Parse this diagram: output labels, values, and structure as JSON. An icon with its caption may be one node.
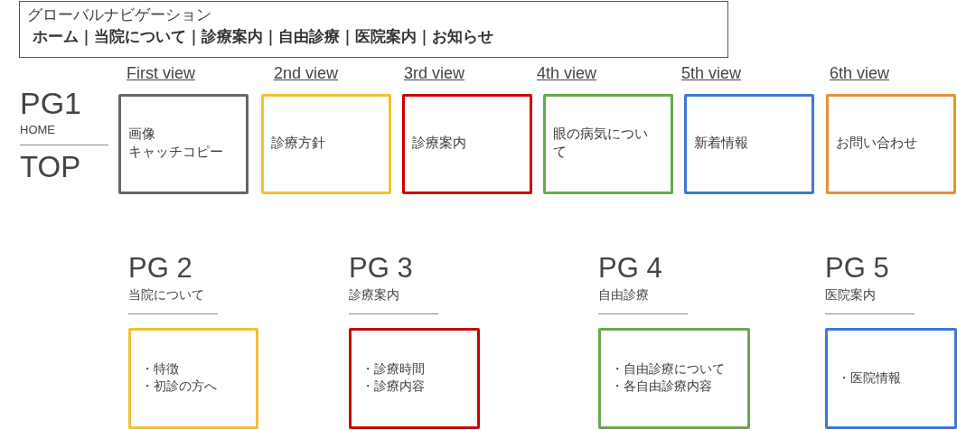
{
  "diagram": {
    "nodes": [
      {
        "text": [
          "グローバルナビゲーション",
          "ホーム｜当院について｜診療案内｜自由診療｜医院案内｜お知らせ"
        ]
      },
      {
        "text": [
          "First view",
          "画像",
          "キャッチコピー"
        ]
      },
      {
        "text": [
          "2nd view",
          "診療方針"
        ]
      },
      {
        "text": [
          "3rd view",
          "診療案内"
        ]
      },
      {
        "text": [
          "4th view",
          "眼の病気について"
        ]
      },
      {
        "text": [
          "5th view",
          "新着情報"
        ]
      },
      {
        "text": [
          "6th view",
          "お問い合わせ"
        ]
      },
      {
        "text": [
          "PG 2",
          "当院について",
          "・特徴",
          "・初診の方へ"
        ]
      },
      {
        "text": [
          "PG 3",
          "診療案内",
          "・診療時間",
          "・診療内容"
        ]
      },
      {
        "text": [
          "PG 4",
          "自由診療",
          "・自由診療について",
          "・各自由診療内容"
        ]
      },
      {
        "text": [
          "PG 5",
          "医院案内",
          "・医院情報"
        ]
      }
    ],
    "edges": [],
    "labels": [
      "PG1",
      "HOME",
      "TOP"
    ]
  }
}
